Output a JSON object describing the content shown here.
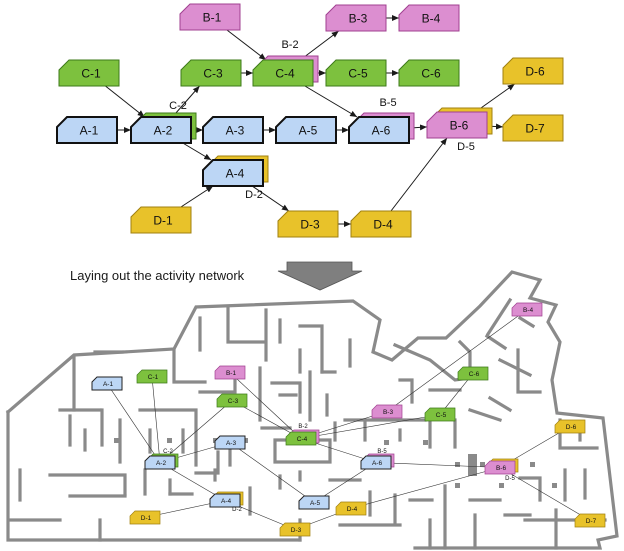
{
  "caption": "Laying out the activity network",
  "colors": {
    "A": {
      "fill": "#bcd6f5",
      "stroke": "#1a1a1a"
    },
    "B": {
      "fill": "#dc8ed0",
      "stroke": "#a04090"
    },
    "C": {
      "fill": "#7dc13e",
      "stroke": "#3d7a1a"
    },
    "D": {
      "fill": "#e8c22a",
      "stroke": "#a08010"
    },
    "wall": "#8a8a8a",
    "arrow": "#1a1a1a"
  },
  "network": {
    "nodes": [
      {
        "id": "A-1",
        "label": "A-1",
        "group": "A"
      },
      {
        "id": "A-2",
        "label": "A-2",
        "group": "A"
      },
      {
        "id": "A-3",
        "label": "A-3",
        "group": "A"
      },
      {
        "id": "A-4",
        "label": "A-4",
        "group": "A"
      },
      {
        "id": "A-5",
        "label": "A-5",
        "group": "A"
      },
      {
        "id": "A-6",
        "label": "A-6",
        "group": "A"
      },
      {
        "id": "B-1",
        "label": "B-1",
        "group": "B"
      },
      {
        "id": "B-3",
        "label": "B-3",
        "group": "B"
      },
      {
        "id": "B-4",
        "label": "B-4",
        "group": "B"
      },
      {
        "id": "B-6",
        "label": "B-6",
        "group": "B"
      },
      {
        "id": "C-1",
        "label": "C-1",
        "group": "C"
      },
      {
        "id": "C-3",
        "label": "C-3",
        "group": "C"
      },
      {
        "id": "C-4",
        "label": "C-4",
        "group": "C"
      },
      {
        "id": "C-5",
        "label": "C-5",
        "group": "C"
      },
      {
        "id": "C-6",
        "label": "C-6",
        "group": "C"
      },
      {
        "id": "D-1",
        "label": "D-1",
        "group": "D"
      },
      {
        "id": "D-3",
        "label": "D-3",
        "group": "D"
      },
      {
        "id": "D-4",
        "label": "D-4",
        "group": "D"
      },
      {
        "id": "D-6",
        "label": "D-6",
        "group": "D"
      },
      {
        "id": "D-7",
        "label": "D-7",
        "group": "D"
      }
    ],
    "stacked_labels": [
      {
        "text": "B-2",
        "group": "B"
      },
      {
        "text": "C-2",
        "group": "C"
      },
      {
        "text": "B-5",
        "group": "B"
      },
      {
        "text": "D-2",
        "group": "D"
      },
      {
        "text": "D-5",
        "group": "D"
      }
    ],
    "edges": [
      [
        "A-1",
        "A-2"
      ],
      [
        "A-2",
        "A-3"
      ],
      [
        "A-3",
        "A-5"
      ],
      [
        "A-5",
        "A-6"
      ],
      [
        "A-6",
        "B-6"
      ],
      [
        "A-2",
        "A-4"
      ],
      [
        "A-2",
        "C-3"
      ],
      [
        "C-1",
        "A-2"
      ],
      [
        "C-3",
        "C-4"
      ],
      [
        "C-4",
        "C-5"
      ],
      [
        "C-5",
        "C-6"
      ],
      [
        "B-1",
        "C-4"
      ],
      [
        "C-4",
        "B-3"
      ],
      [
        "B-3",
        "B-4"
      ],
      [
        "C-4",
        "A-6"
      ],
      [
        "D-1",
        "A-4"
      ],
      [
        "A-4",
        "D-3"
      ],
      [
        "D-3",
        "D-4"
      ],
      [
        "D-4",
        "B-6"
      ],
      [
        "B-6",
        "D-6"
      ],
      [
        "B-6",
        "D-7"
      ]
    ]
  },
  "floorplan": {
    "nodes": [
      {
        "id": "A-1",
        "label": "A-1",
        "group": "A"
      },
      {
        "id": "C-1",
        "label": "C-1",
        "group": "C"
      },
      {
        "id": "B-1",
        "label": "B-1",
        "group": "B"
      },
      {
        "id": "C-3",
        "label": "C-3",
        "group": "C"
      },
      {
        "id": "A-3",
        "label": "A-3",
        "group": "A"
      },
      {
        "id": "A-2",
        "label": "A-2",
        "group": "A"
      },
      {
        "id": "C-4",
        "label": "C-4",
        "group": "C"
      },
      {
        "id": "A-4",
        "label": "A-4",
        "group": "A"
      },
      {
        "id": "A-5",
        "label": "A-5",
        "group": "A"
      },
      {
        "id": "D-1",
        "label": "D-1",
        "group": "D"
      },
      {
        "id": "D-3",
        "label": "D-3",
        "group": "D"
      },
      {
        "id": "D-4",
        "label": "D-4",
        "group": "D"
      },
      {
        "id": "B-3",
        "label": "B-3",
        "group": "B"
      },
      {
        "id": "C-5",
        "label": "C-5",
        "group": "C"
      },
      {
        "id": "A-6",
        "label": "A-6",
        "group": "A"
      },
      {
        "id": "C-6",
        "label": "C-6",
        "group": "C"
      },
      {
        "id": "B-4",
        "label": "B-4",
        "group": "B"
      },
      {
        "id": "B-6",
        "label": "B-6",
        "group": "B"
      },
      {
        "id": "D-6",
        "label": "D-6",
        "group": "D"
      },
      {
        "id": "D-7",
        "label": "D-7",
        "group": "D"
      }
    ],
    "stacked_labels": [
      {
        "text": "C-2",
        "group": "C"
      },
      {
        "text": "B-2",
        "group": "B"
      },
      {
        "text": "B-5",
        "group": "B"
      },
      {
        "text": "D-2",
        "group": "D"
      },
      {
        "text": "D-5",
        "group": "D"
      }
    ]
  }
}
